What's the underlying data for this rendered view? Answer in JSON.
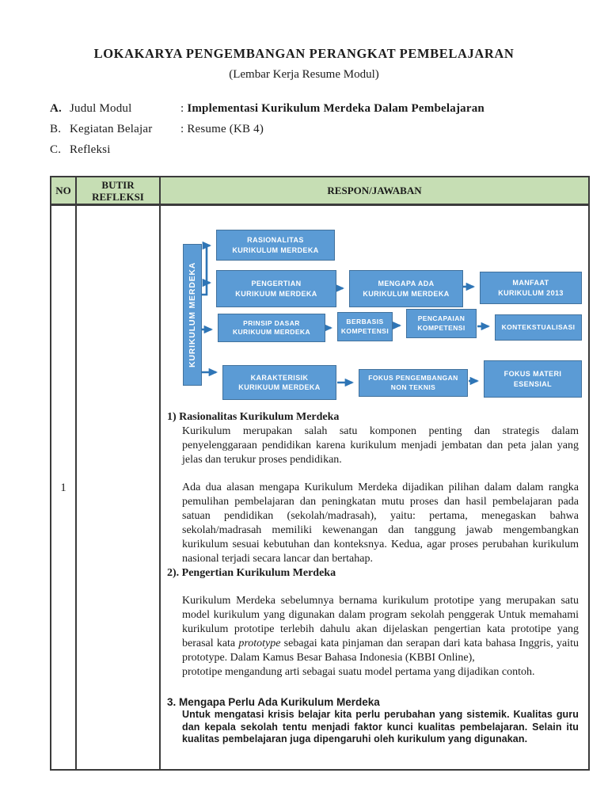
{
  "header": {
    "title": "LOKAKARYA PENGEMBANGAN PERANGKAT PEMBELAJARAN",
    "subtitle": "(Lembar Kerja Resume Modul)",
    "meta": {
      "a": {
        "letter": "A.",
        "label": "Judul Modul",
        "colon": ":",
        "value": "Implementasi Kurikulum Merdeka Dalam Pembelajaran"
      },
      "b": {
        "letter": "B.",
        "label": "Kegiatan Belajar",
        "colon": ":",
        "value": "Resume (KB 4)"
      },
      "c": {
        "letter": "C.",
        "label": "Refleksi"
      }
    }
  },
  "table": {
    "headers": {
      "no": "NO",
      "butir": "BUTIR\nREFLEKSI",
      "respon": "RESPON/JAWABAN"
    },
    "row_number": "1"
  },
  "diagram": {
    "root": "KURIKULUM MERDEKA",
    "rasionalitas": "RASIONALITAS\nKURIKULUM MERDEKA",
    "pengertian": "PENGERTIAN\nKURIKUUM MERDEKA",
    "mengapa": "MENGAPA ADA\nKURIKULUM MERDEKA",
    "manfaat": "MANFAAT\nKURIKULUM 2013",
    "prinsip": "PRINSIP DASAR\nKURIKUUM MERDEKA",
    "berbasis": "BERBASIS\nKOMPETENSI",
    "pencapaian": "PENCAPAIAN\nKOMPETENSI",
    "kontekstualisasi": "KONTEKSTUALISASI",
    "karakterisik": "KARAKTERISIK\nKURIKUUM MERDEKA",
    "fokus_pengembangan": "FOKUS PENGEMBANGAN\nNON TEKNIS",
    "fokus_materi": "FOKUS MATERI\nESENSIAL"
  },
  "content": {
    "s1_heading": "1) Rasionalitas Kurikulum Merdeka",
    "s1_p1": "Kurikulum merupakan salah satu komponen penting dan strategis dalam penyelenggaraan pendidikan karena kurikulum menjadi jembatan dan peta jalan yang jelas dan terukur proses pendidikan.",
    "s1_p2": "Ada dua alasan mengapa Kurikulum Merdeka dijadikan pilihan dalam dalam rangka pemulihan pembelajaran dan peningkatan mutu proses dan hasil pembelajaran pada satuan pendidikan (sekolah/madrasah), yaitu: pertama, menegaskan bahwa sekolah/madrasah memiliki kewenangan dan tanggung jawab mengembangkan kurikulum sesuai kebutuhan dan konteksnya. Kedua, agar proses perubahan kurikulum nasional terjadi secara lancar dan bertahap.",
    "s2_heading": "2). Pengertian Kurikulum Merdeka",
    "s2_p1_a": "Kurikulum Merdeka sebelumnya bernama kurikulum prototipe yang merupakan satu model kurikulum yang digunakan dalam program sekolah penggerak Untuk memahami kurikulum prototipe terlebih dahulu akan dijelaskan pengertian kata prototipe yang berasal kata ",
    "s2_p1_italic": "prototype",
    "s2_p1_b": " sebagai kata pinjaman dan serapan dari kata bahasa Inggris, yaitu prototype. Dalam Kamus Besar Bahasa Indonesia (KBBI Online),",
    "s2_p2": "prototipe mengandung arti sebagai suatu model pertama yang dijadikan contoh.",
    "s3_heading": "3. Mengapa Perlu Ada Kurikulum Merdeka",
    "s3_p1": "Untuk mengatasi krisis belajar kita perlu perubahan yang sistemik. Kualitas guru dan kepala sekolah tentu menjadi faktor kunci kualitas pembelajaran. Selain itu kualitas pembelajaran juga dipengaruhi oleh kurikulum yang digunakan."
  },
  "colors": {
    "box_fill": "#5b9bd5",
    "box_border": "#41719c",
    "arrow": "#2e75b6",
    "table_header_bg": "#c6deb4",
    "table_border": "#3b3b3b"
  }
}
